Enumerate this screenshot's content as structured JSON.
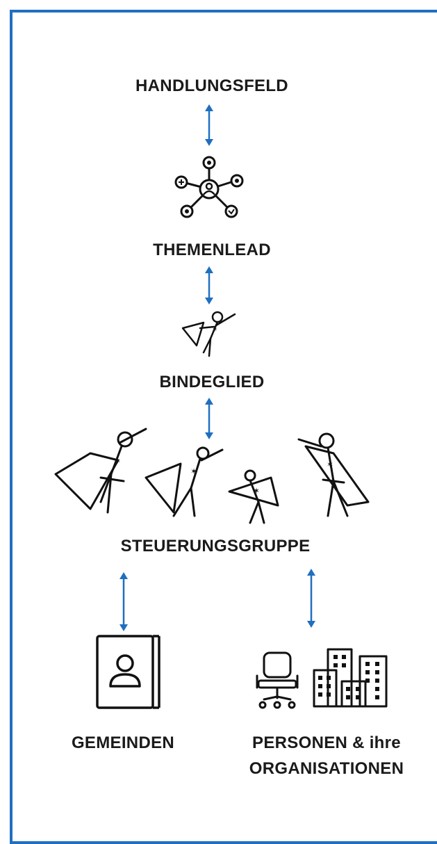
{
  "diagram": {
    "accent_color": "#1f6fc0",
    "levels": {
      "handlungsfeld": "HANDLUNGSFELD",
      "themenlead": "THEMENLEAD",
      "bindeglied": "BINDEGLIED",
      "steuerungsgruppe": "STEUERUNGSGRUPPE",
      "gemeinden": "GEMEINDEN",
      "personen_line1": "PERSONEN & ihre",
      "personen_line2": "ORGANISATIONEN"
    },
    "icons": {
      "themenlead": "network-hub-icon",
      "bindeglied": "superhero-icon",
      "steuerungsgruppe": "superhero-group-icon",
      "gemeinden": "address-book-icon",
      "personen": "office-chair-icon",
      "organisationen": "buildings-icon",
      "connector": "double-arrow-icon"
    }
  }
}
